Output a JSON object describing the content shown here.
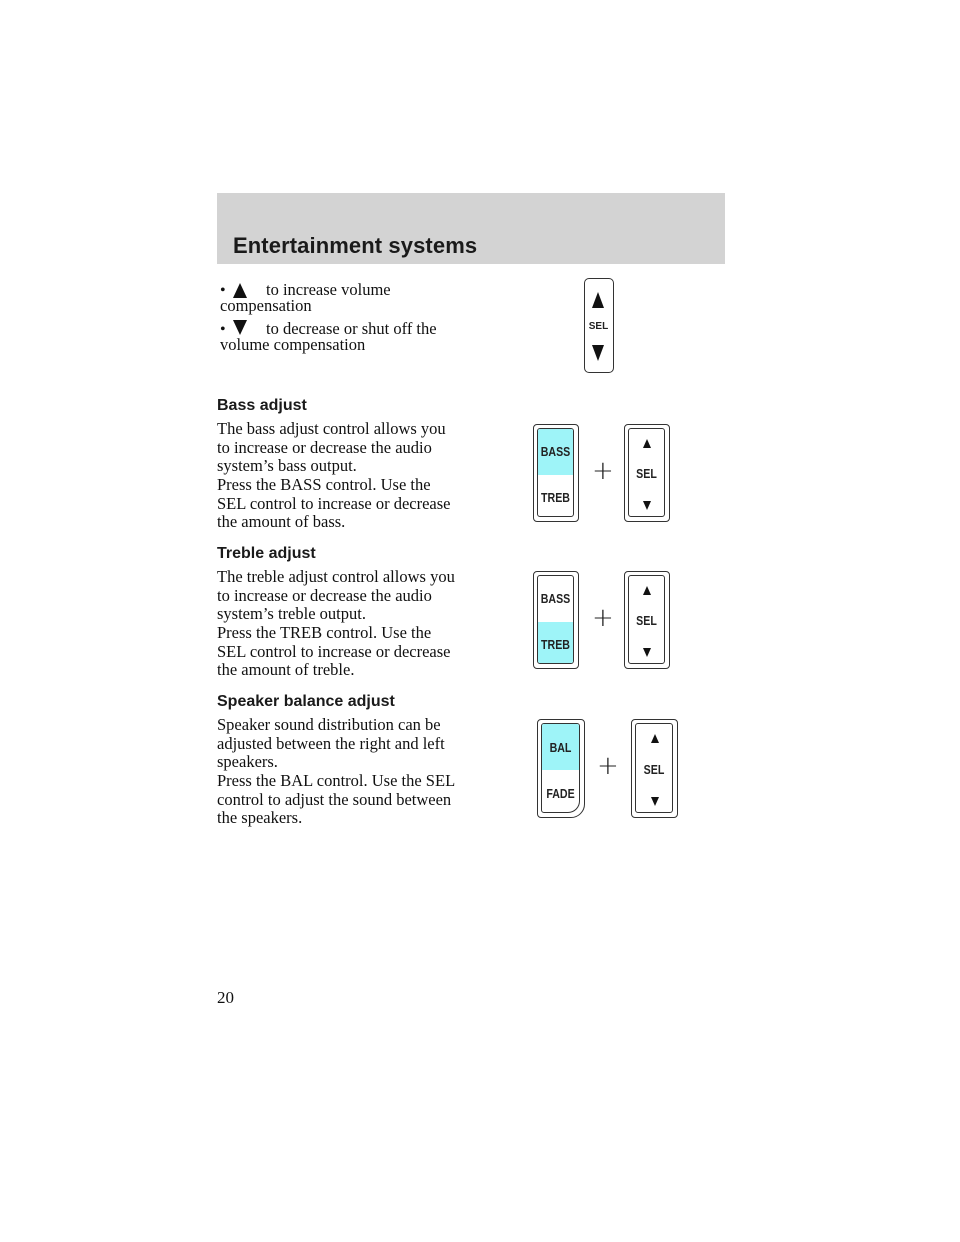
{
  "header": {
    "title": "Entertainment systems"
  },
  "bullets": [
    {
      "icon": "up-arrow-icon",
      "line1": "to increase volume",
      "line2": "compensation"
    },
    {
      "icon": "down-arrow-icon",
      "line1": "to decrease or shut off the",
      "line2": "volume compensation"
    }
  ],
  "sections": {
    "bass": {
      "heading": "Bass adjust",
      "p1": [
        "The bass adjust control allows you",
        "to increase or decrease the audio",
        "system’s bass output."
      ],
      "p2": [
        "Press the BASS control. Use the",
        "SEL control to increase or decrease",
        "the amount of bass."
      ]
    },
    "treble": {
      "heading": "Treble adjust",
      "p1": [
        "The treble adjust control allows you",
        "to increase or decrease the audio",
        "system’s treble output."
      ],
      "p2": [
        "Press the TREB control. Use the",
        "SEL control to increase or decrease",
        "the amount of treble."
      ]
    },
    "balance": {
      "heading": "Speaker balance adjust",
      "p1": [
        "Speaker sound distribution can be",
        "adjusted between the right and left",
        "speakers."
      ],
      "p2": [
        "Press the BAL control. Use the SEL",
        "control to adjust the sound between",
        "the speakers."
      ]
    }
  },
  "controls": {
    "sel": "SEL",
    "bass": "BASS",
    "treb": "TREB",
    "bal": "BAL",
    "fade": "FADE",
    "plus": "+"
  },
  "colors": {
    "highlight": "#9ef4f8",
    "header_band": "#d3d3d3"
  },
  "page_number": "20"
}
